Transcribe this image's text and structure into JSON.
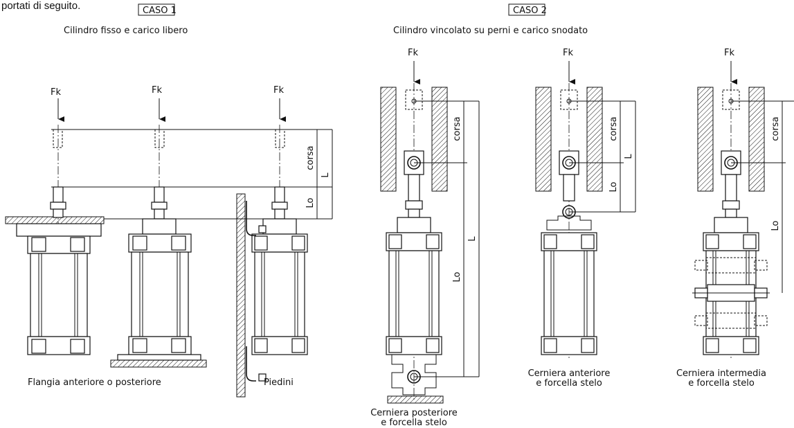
{
  "header_fragment": "portati di seguito.",
  "case1": {
    "tag": "CASO 1",
    "title": "Cilindro fisso e carico libero",
    "force": "Fk",
    "dim_corsa": "corsa",
    "dim_L": "L",
    "dim_Lo": "Lo",
    "caption_flange": "Flangia anteriore o posteriore",
    "caption_feet": "Piedini"
  },
  "case2": {
    "tag": "CASO 2",
    "title": "Cilindro vincolato su perni e carico snodato",
    "force": "Fk",
    "dim_corsa": "corsa",
    "dim_L": "L",
    "dim_Lo": "Lo",
    "captions": [
      {
        "line1": "Cerniera posteriore",
        "line2": "e forcella stelo"
      },
      {
        "line1": "Cerniera anteriore",
        "line2": "e forcella stelo"
      },
      {
        "line1": "Cerniera intermedia",
        "line2": "e forcella stelo"
      }
    ]
  }
}
